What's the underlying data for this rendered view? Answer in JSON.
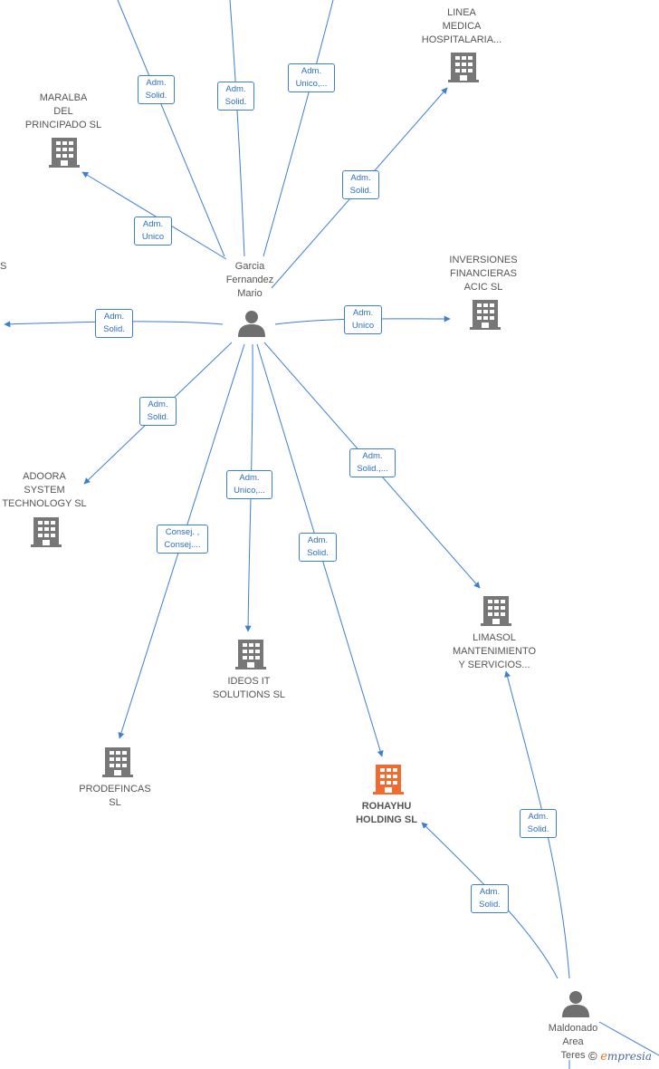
{
  "colors": {
    "edge": "#3c7fcf",
    "company": "#777777",
    "company_highlight": "#f26a2e",
    "person": "#6f6f6f"
  },
  "nodes": [
    {
      "id": "garcia",
      "kind": "person",
      "label": "Garcia\nFernandez\nMario"
    },
    {
      "id": "maldonado",
      "kind": "person",
      "label": "Maldonado\nArea\nTeres"
    },
    {
      "id": "maralba",
      "kind": "company",
      "label": "MARALBA\nDEL\nPRINCIPADO  SL"
    },
    {
      "id": "linea",
      "kind": "company",
      "label": "LINEA\nMEDICA\nHOSPITALARIA..."
    },
    {
      "id": "inversiones",
      "kind": "company",
      "label": "INVERSIONES\nFINANCIERAS\nACIC  SL"
    },
    {
      "id": "adoora",
      "kind": "company",
      "label": "ADOORA\nSYSTEM\nTECHNOLOGY SL"
    },
    {
      "id": "limasol",
      "kind": "company",
      "label": "LIMASOL\nMANTENIMIENTO\nY SERVICIOS..."
    },
    {
      "id": "ideos",
      "kind": "company",
      "label": "IDEOS IT\nSOLUTIONS  SL"
    },
    {
      "id": "prodefincas",
      "kind": "company",
      "label": "PRODEFINCAS\nSL"
    },
    {
      "id": "rohayhu",
      "kind": "company_highlight",
      "label": "ROHAYHU\nHOLDING  SL"
    },
    {
      "id": "left_cut",
      "kind": "company",
      "label": "S"
    }
  ],
  "edges": [
    {
      "from": "garcia",
      "to": "top_a",
      "label": "Adm.\nSolid."
    },
    {
      "from": "garcia",
      "to": "top_b",
      "label": "Adm.\nSolid."
    },
    {
      "from": "garcia",
      "to": "top_c",
      "label": "Adm.\nUnico,..."
    },
    {
      "from": "garcia",
      "to": "maralba",
      "label": "Adm.\nUnico"
    },
    {
      "from": "garcia",
      "to": "linea",
      "label": "Adm.\nSolid."
    },
    {
      "from": "garcia",
      "to": "inversiones",
      "label": "Adm.\nUnico"
    },
    {
      "from": "garcia",
      "to": "left_cut",
      "label": "Adm.\nSolid."
    },
    {
      "from": "garcia",
      "to": "adoora",
      "label": "Adm.\nSolid."
    },
    {
      "from": "garcia",
      "to": "limasol",
      "label": "Adm.\nSolid.,..."
    },
    {
      "from": "garcia",
      "to": "ideos",
      "label": "Adm.\nUnico,..."
    },
    {
      "from": "garcia",
      "to": "prodefincas",
      "label": "Consej. ,\nConsej...."
    },
    {
      "from": "garcia",
      "to": "rohayhu",
      "label": "Adm.\nSolid."
    },
    {
      "from": "maldonado",
      "to": "rohayhu",
      "label": "Adm.\nSolid."
    },
    {
      "from": "maldonado",
      "to": "limasol",
      "label": "Adm.\nSolid."
    }
  ],
  "brand": {
    "symbol": "©",
    "e": "e",
    "rest": "mpresia"
  }
}
